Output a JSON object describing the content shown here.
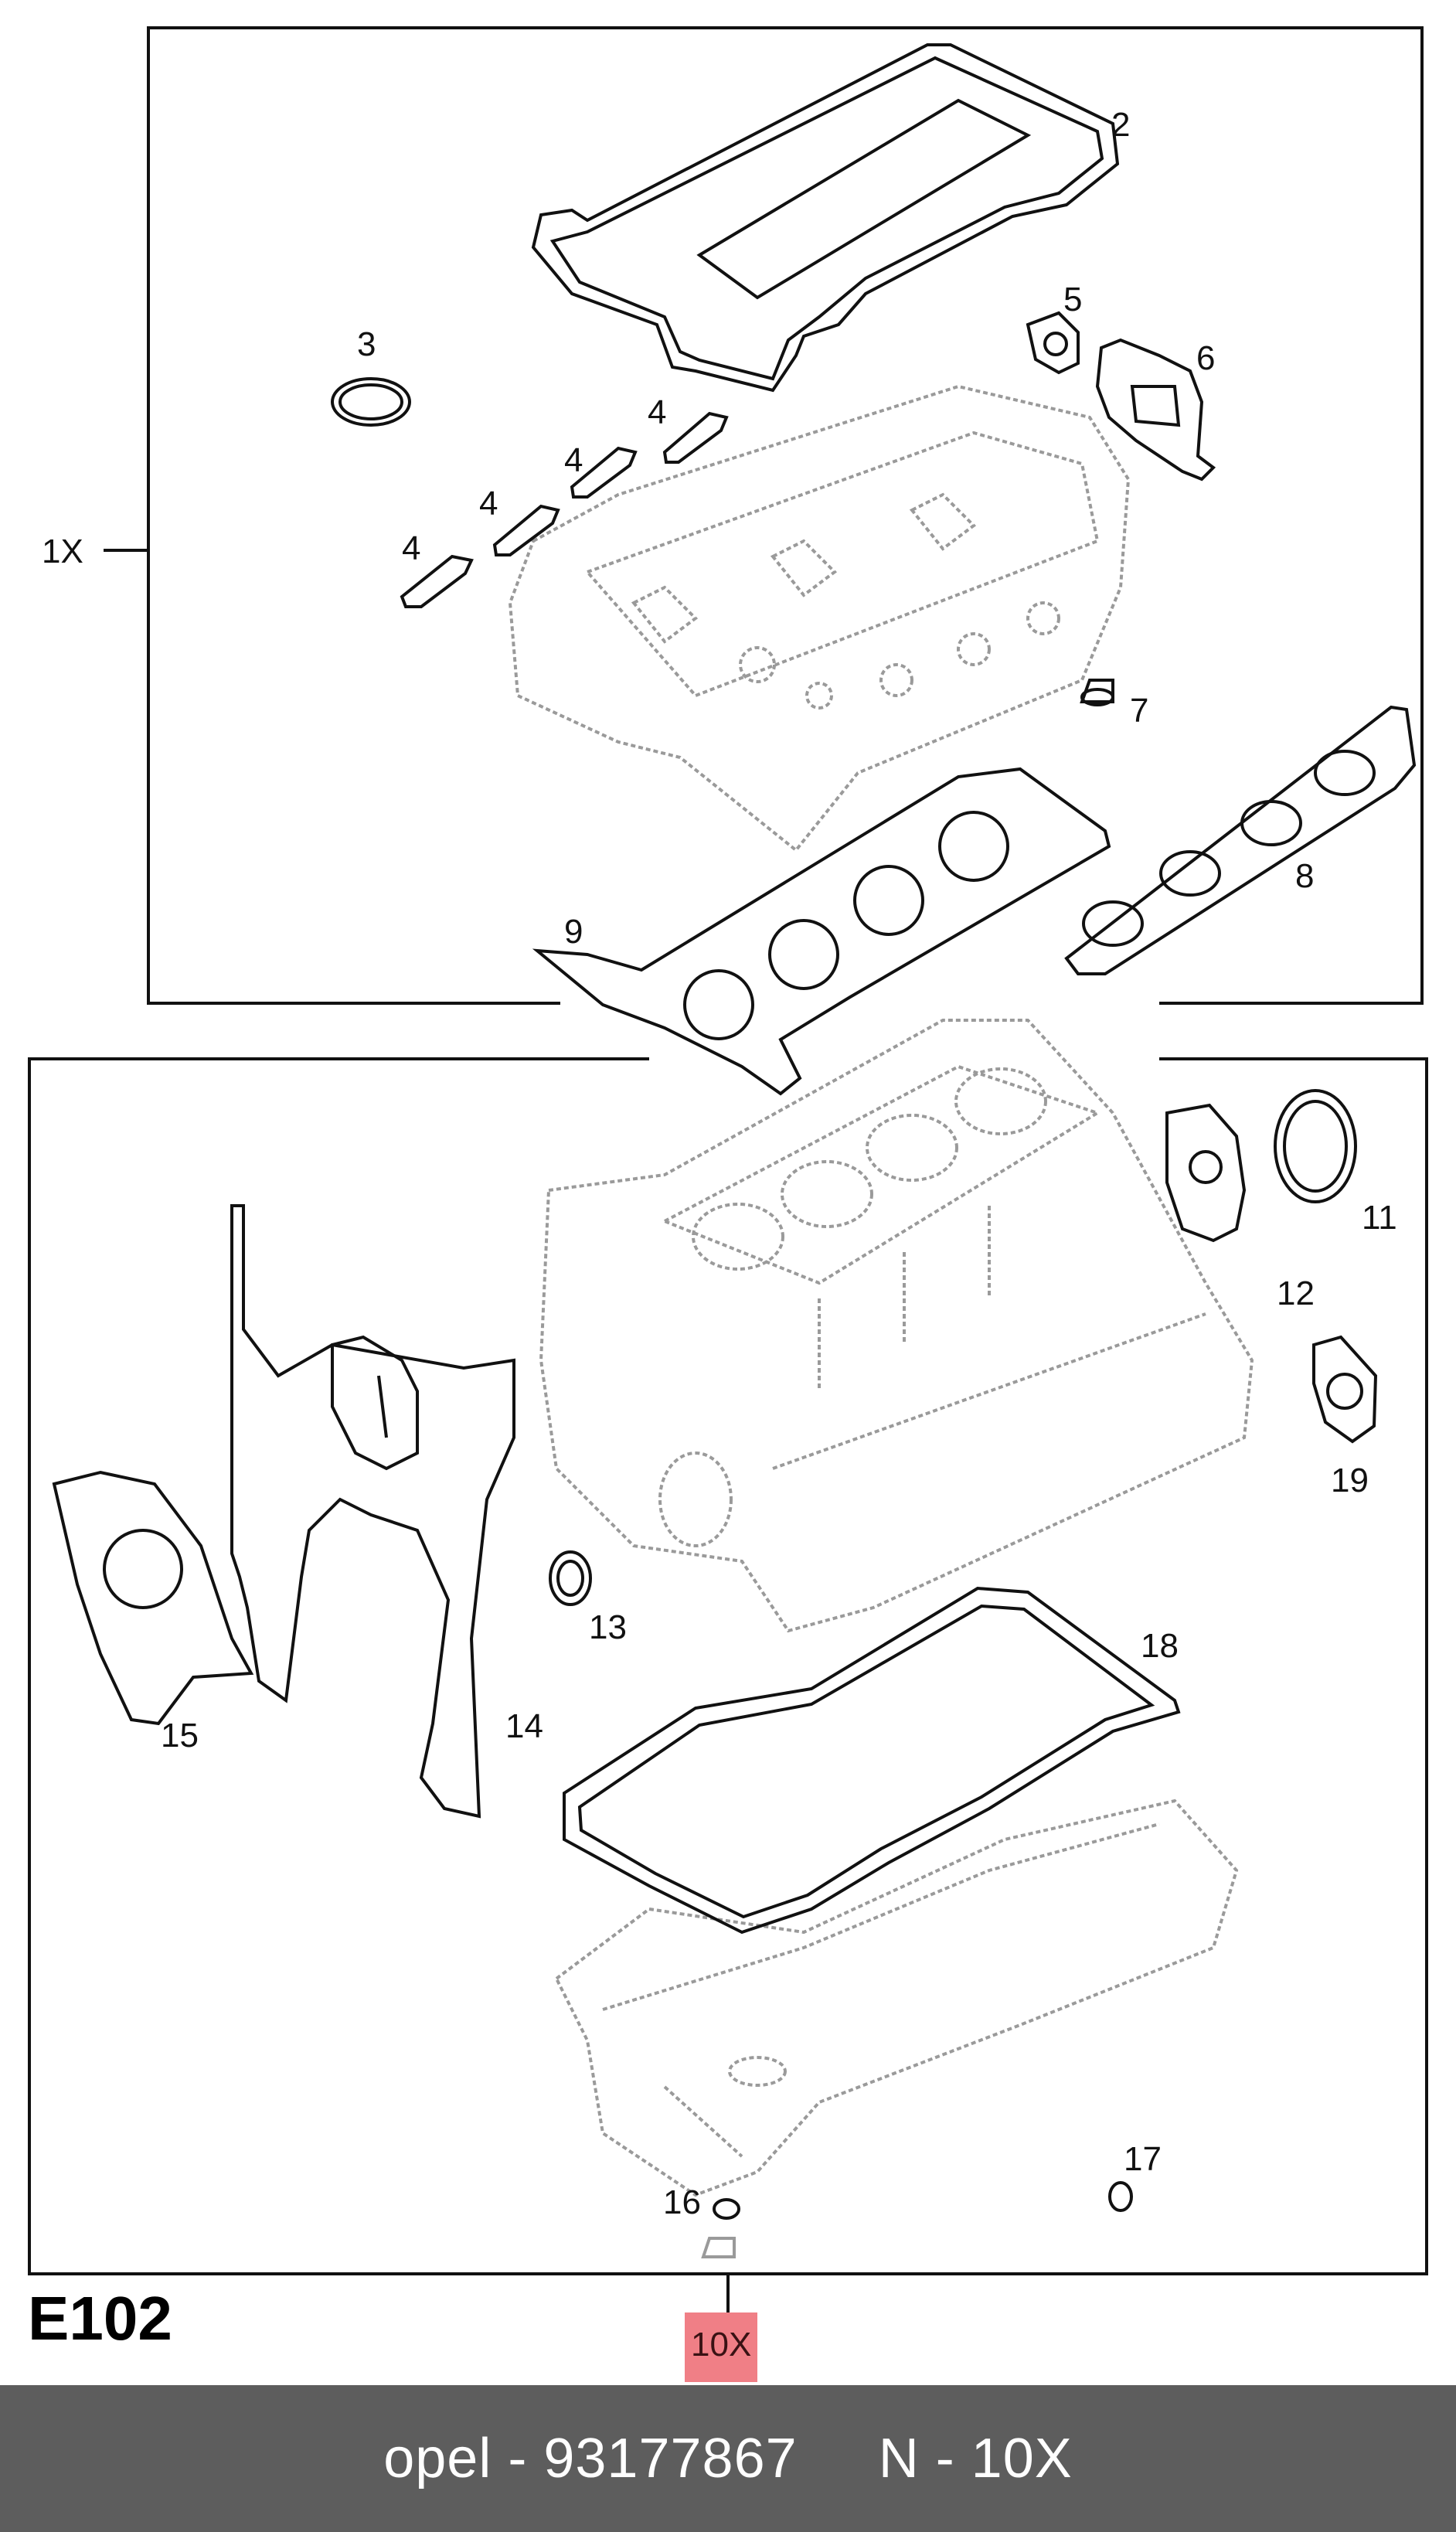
{
  "diagram": {
    "code": "E102",
    "upper_box_qty": "1X",
    "lower_box_qty": "10X",
    "callouts": [
      "2",
      "3",
      "4",
      "4",
      "4",
      "4",
      "5",
      "6",
      "7",
      "8",
      "9",
      "11",
      "12",
      "13",
      "14",
      "15",
      "16",
      "17",
      "18",
      "19"
    ]
  },
  "footer": {
    "text": "opel - 93177867     N - 10X",
    "background": "#5d5d5d"
  },
  "colors": {
    "line": "#111111",
    "ghost": "#9a9a9a",
    "highlight": "#f07f86"
  }
}
